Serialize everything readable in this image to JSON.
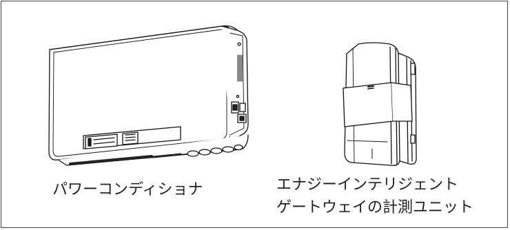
{
  "figure": {
    "left_item": {
      "caption": "パワーコンディショナ",
      "icon": "power-conditioner-illustration"
    },
    "right_item": {
      "caption_lines": [
        "エナジーインテリジェント",
        "ゲートウェイの計測ユニット"
      ],
      "icon": "gateway-measurement-unit-illustration"
    }
  },
  "colors": {
    "stroke": "#111111",
    "fill": "#ffffff",
    "border": "#444444"
  }
}
